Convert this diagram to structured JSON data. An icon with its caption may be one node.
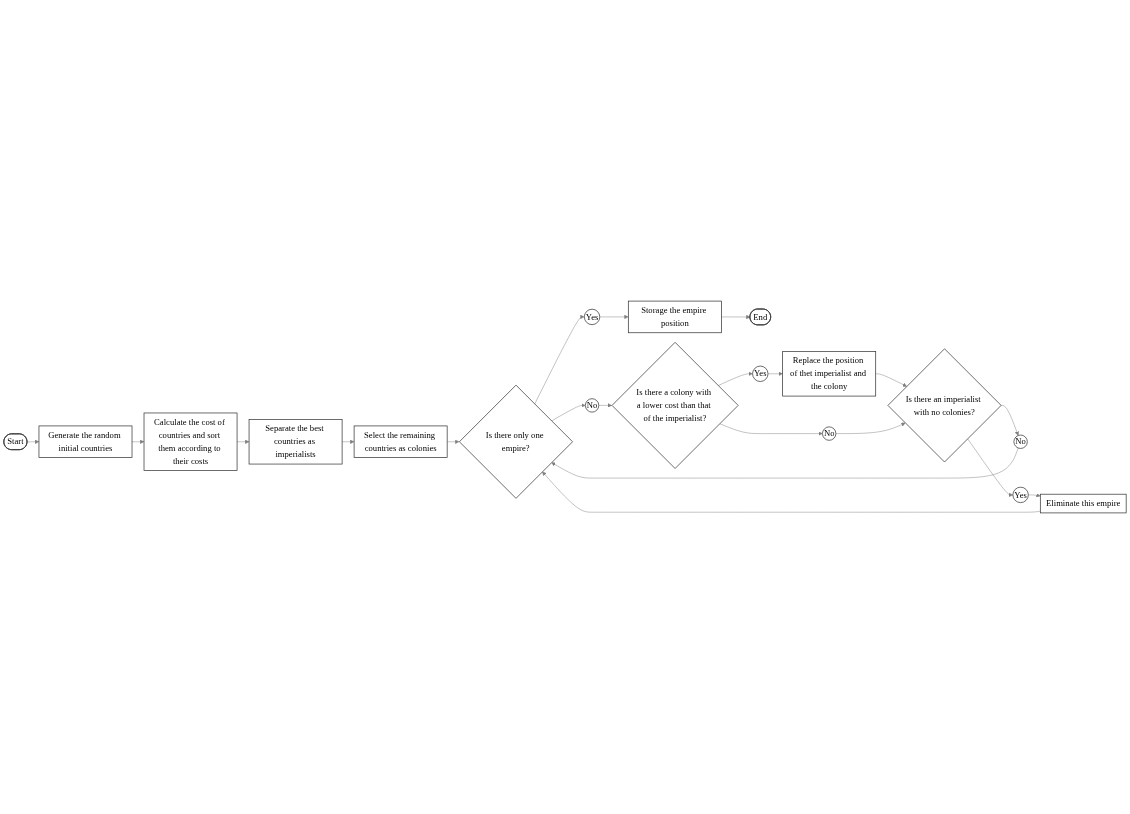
{
  "diagram": {
    "nodes": [
      {
        "text": [
          "Start"
        ]
      },
      {
        "text": [
          "Generate the random initial countries"
        ]
      },
      {
        "text": [
          "Calculate the cost of countries and sort them according to their costs"
        ]
      },
      {
        "text": [
          "Separate the best countries as imperialists"
        ]
      },
      {
        "text": [
          "Select the remaining countries as colonies"
        ]
      },
      {
        "text": [
          "Is there only one empire?"
        ]
      },
      {
        "text": [
          "Yes"
        ]
      },
      {
        "text": [
          "Storage the empire position"
        ]
      },
      {
        "text": [
          "End"
        ]
      },
      {
        "text": [
          "No"
        ]
      },
      {
        "text": [
          "Is there a colony with a lower cost than that of the imperialist?"
        ]
      },
      {
        "text": [
          "Yes"
        ]
      },
      {
        "text": [
          "Replace the position of thet imperialist and the colony"
        ]
      },
      {
        "text": [
          "No"
        ]
      },
      {
        "text": [
          "Is there an imperialist with no colonies?"
        ]
      },
      {
        "text": [
          "No"
        ]
      },
      {
        "text": [
          "Yes"
        ]
      },
      {
        "text": [
          "Eliminate this empire"
        ]
      }
    ],
    "edges": [
      {
        "from": 0,
        "to": 1,
        "arrow": "to"
      },
      {
        "from": 1,
        "to": 2,
        "arrow": "to"
      },
      {
        "from": 2,
        "to": 3,
        "arrow": "to"
      },
      {
        "from": 3,
        "to": 4,
        "arrow": "to"
      },
      {
        "from": 4,
        "to": 5,
        "arrow": "to"
      },
      {
        "from": 5,
        "to": 6,
        "arrow": "to"
      },
      {
        "from": 6,
        "to": 7,
        "arrow": "to"
      },
      {
        "from": 7,
        "to": 8,
        "arrow": "to"
      },
      {
        "from": 5,
        "to": 9,
        "arrow": "to"
      },
      {
        "from": 9,
        "to": 10,
        "arrow": "to"
      },
      {
        "from": 10,
        "to": 11,
        "arrow": "to"
      },
      {
        "from": 10,
        "to": 13,
        "arrow": "to"
      },
      {
        "from": 11,
        "to": 12,
        "arrow": "to"
      },
      {
        "from": 12,
        "to": 14,
        "arrow": "to"
      },
      {
        "from": 13,
        "to": 14,
        "arrow": "to"
      },
      {
        "from": 14,
        "to": 15,
        "arrow": "to"
      },
      {
        "from": 14,
        "to": 16,
        "arrow": "to"
      },
      {
        "from": 16,
        "to": 17,
        "arrow": "to"
      },
      {
        "from": 17,
        "to": 5,
        "arrow": "to"
      },
      {
        "from": 15,
        "to": 5,
        "arrow": "to"
      }
    ]
  }
}
